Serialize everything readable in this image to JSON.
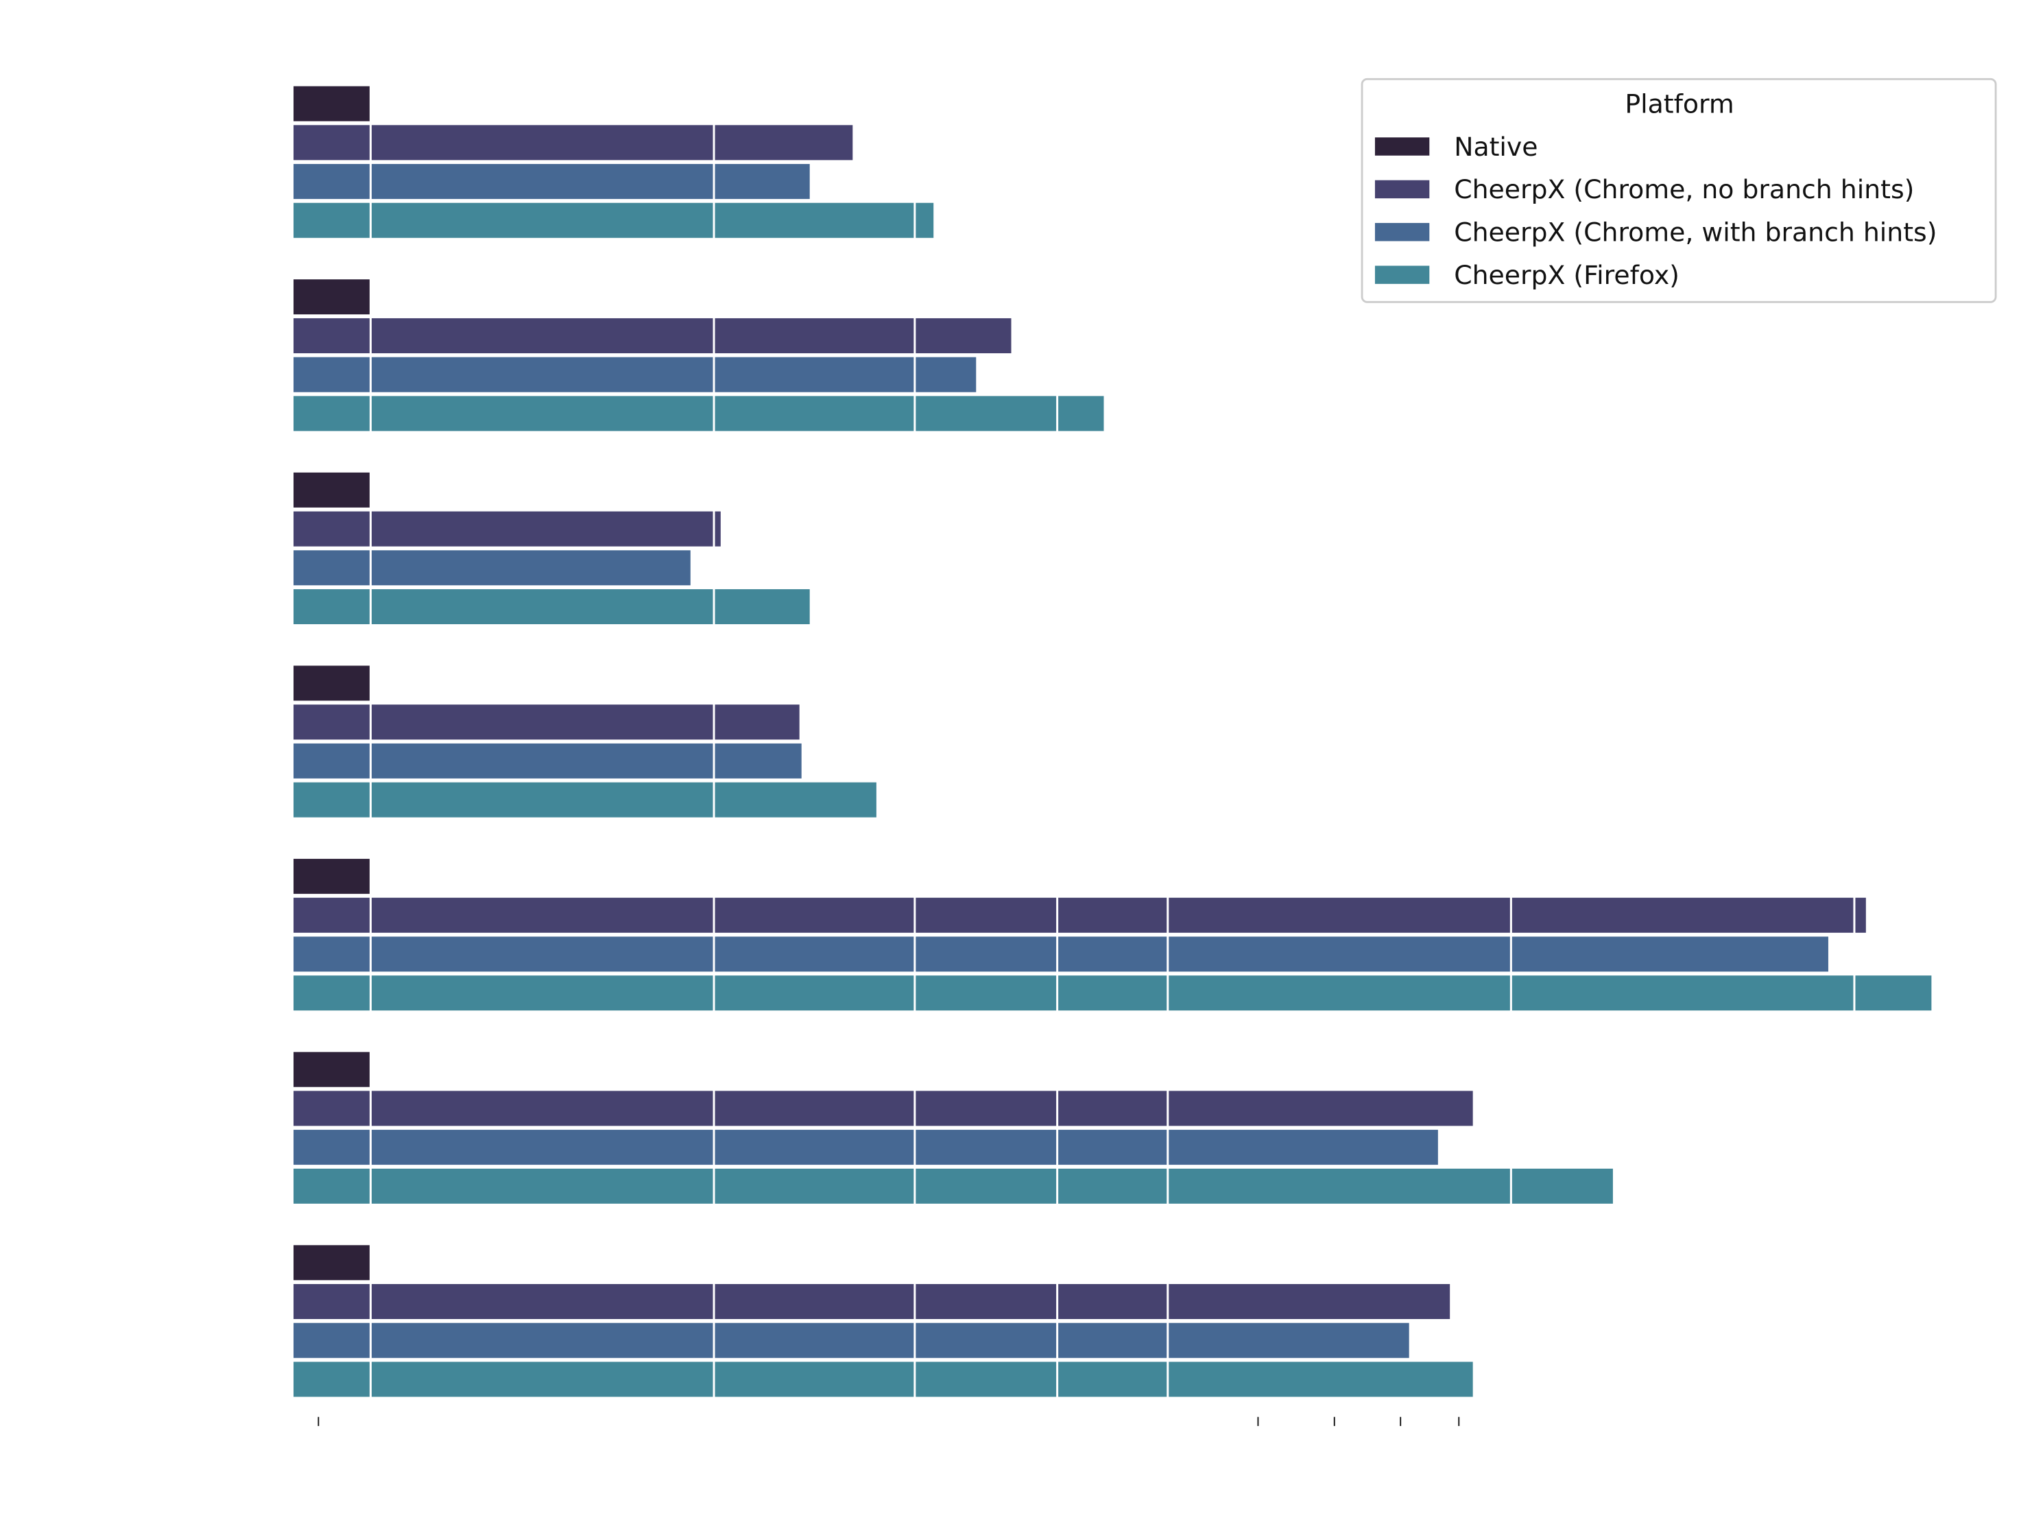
{
  "chart_data": {
    "type": "bar",
    "orientation": "horizontal",
    "title": "",
    "xlabel": "",
    "ylabel": "",
    "x_scale": "log",
    "xlim": [
      0.855,
      26
    ],
    "gridlines": [
      1,
      2,
      3,
      4,
      5,
      10,
      20
    ],
    "minor_ticks": [
      0.9,
      6,
      7,
      8,
      9
    ],
    "grid": true,
    "categories": [
      "",
      "",
      "",
      "",
      "",
      "",
      ""
    ],
    "legend": {
      "title": "Platform",
      "placement": "top-right"
    },
    "series": [
      {
        "name": "Native",
        "color": "#2e2239",
        "values": [
          1,
          1,
          1,
          1,
          1,
          1,
          1
        ]
      },
      {
        "name": "CheerpX (Chrome, no branch hints)",
        "color": "#46426f",
        "values": [
          2.65,
          3.65,
          2.03,
          2.38,
          20.5,
          9.27,
          8.85
        ]
      },
      {
        "name": "CheerpX (Chrome, with branch hints)",
        "color": "#466893",
        "values": [
          2.43,
          3.4,
          1.91,
          2.39,
          19.0,
          8.64,
          8.15
        ]
      },
      {
        "name": "CheerpX (Firefox)",
        "color": "#428798",
        "values": [
          3.12,
          4.4,
          2.43,
          2.78,
          23.4,
          12.3,
          9.27
        ]
      }
    ]
  }
}
